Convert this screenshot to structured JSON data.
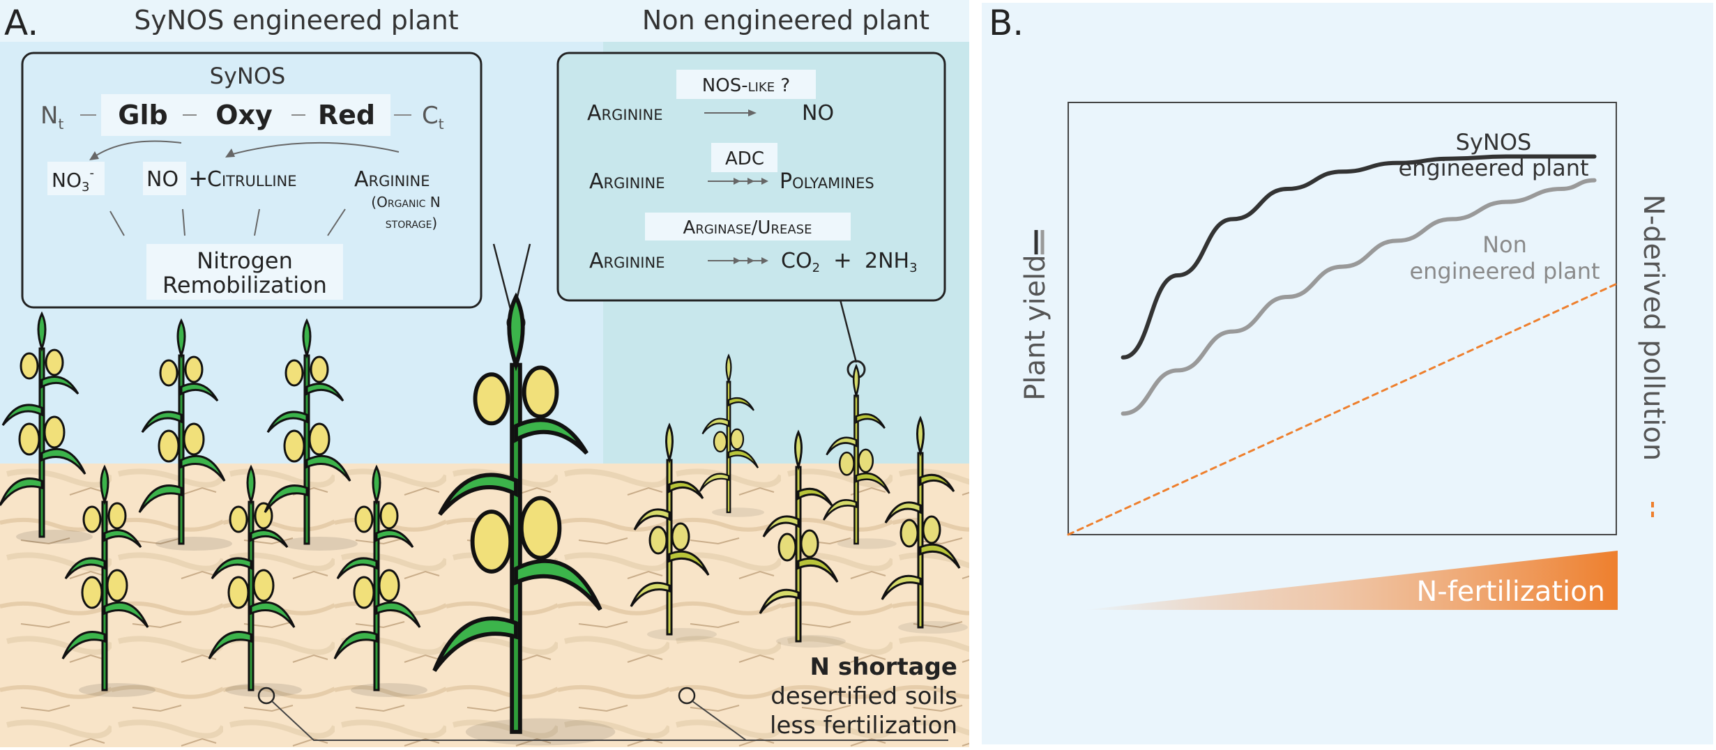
{
  "panel_a": {
    "label": "A.",
    "header_left": "SyNOS engineered plant",
    "header_right": "Non engineered plant",
    "synos_box": {
      "title": "SyNOS",
      "n_terminal": "N",
      "n_sub": "t",
      "c_terminal": "C",
      "c_sub": "t",
      "domains": [
        "Glb",
        "Oxy",
        "Red"
      ],
      "no3": "NO",
      "no3_sub": "3",
      "no3_sup": "-",
      "no_plus": "NO",
      "plus": "+",
      "citrulline": "Citrulline",
      "arginine": "Arginine",
      "organic_line1": "(Organic N",
      "organic_line2": "storage)",
      "remob_line1": "Nitrogen",
      "remob_line2": "Remobilization"
    },
    "pathways_box": {
      "nos_label": "NOS-like ?",
      "row1_left": "Arginine",
      "row1_right": "NO",
      "adc_label": "ADC",
      "row2_left": "Arginine",
      "row2_right": "Polyamines",
      "arginase_label": "Arginase/Urease",
      "row3_left": "Arginine",
      "row3_co": "CO",
      "row3_co_sub": "2",
      "row3_plus": "+",
      "row3_nh": "2NH",
      "row3_nh_sub": "3"
    },
    "soil": {
      "line1": "N shortage",
      "line2": "desertified soils",
      "line3": "less fertilization"
    }
  },
  "panel_b": {
    "label": "B.",
    "fertilization_label": "N-fertilization",
    "curve_synos_label_1": "SyNOS",
    "curve_synos_label_2": "engineered plant",
    "curve_non_label_1": "Non",
    "curve_non_label_2": "engineered plant",
    "ylabel_left": "Plant yield",
    "ylabel_right": "N-derived pollution"
  },
  "chart_data": {
    "type": "line",
    "title": "",
    "xlabel": "N-fertilization",
    "ylabel": "Plant yield",
    "ylabel_secondary": "N-derived pollution",
    "xlim": [
      0,
      1
    ],
    "ylim": [
      0,
      1
    ],
    "grid": false,
    "series": [
      {
        "name": "SyNOS engineered plant",
        "axis": "left",
        "color": "#333333",
        "x": [
          0.1,
          0.2,
          0.3,
          0.4,
          0.5,
          0.6,
          0.7,
          0.8,
          0.9,
          0.96
        ],
        "y": [
          0.41,
          0.6,
          0.73,
          0.8,
          0.84,
          0.86,
          0.87,
          0.875,
          0.875,
          0.875
        ]
      },
      {
        "name": "Non engineered plant",
        "axis": "left",
        "color": "#999999",
        "x": [
          0.1,
          0.2,
          0.3,
          0.4,
          0.5,
          0.6,
          0.7,
          0.8,
          0.9,
          0.96
        ],
        "y": [
          0.28,
          0.38,
          0.47,
          0.55,
          0.62,
          0.68,
          0.73,
          0.77,
          0.8,
          0.82
        ]
      },
      {
        "name": "N-derived pollution",
        "axis": "right",
        "color": "#ee7f2d",
        "x": [
          0.0,
          1.0
        ],
        "y": [
          0.0,
          0.58
        ]
      }
    ],
    "colors": {
      "synos": "#333333",
      "non": "#999999",
      "pollution": "#ee7f2d"
    }
  }
}
